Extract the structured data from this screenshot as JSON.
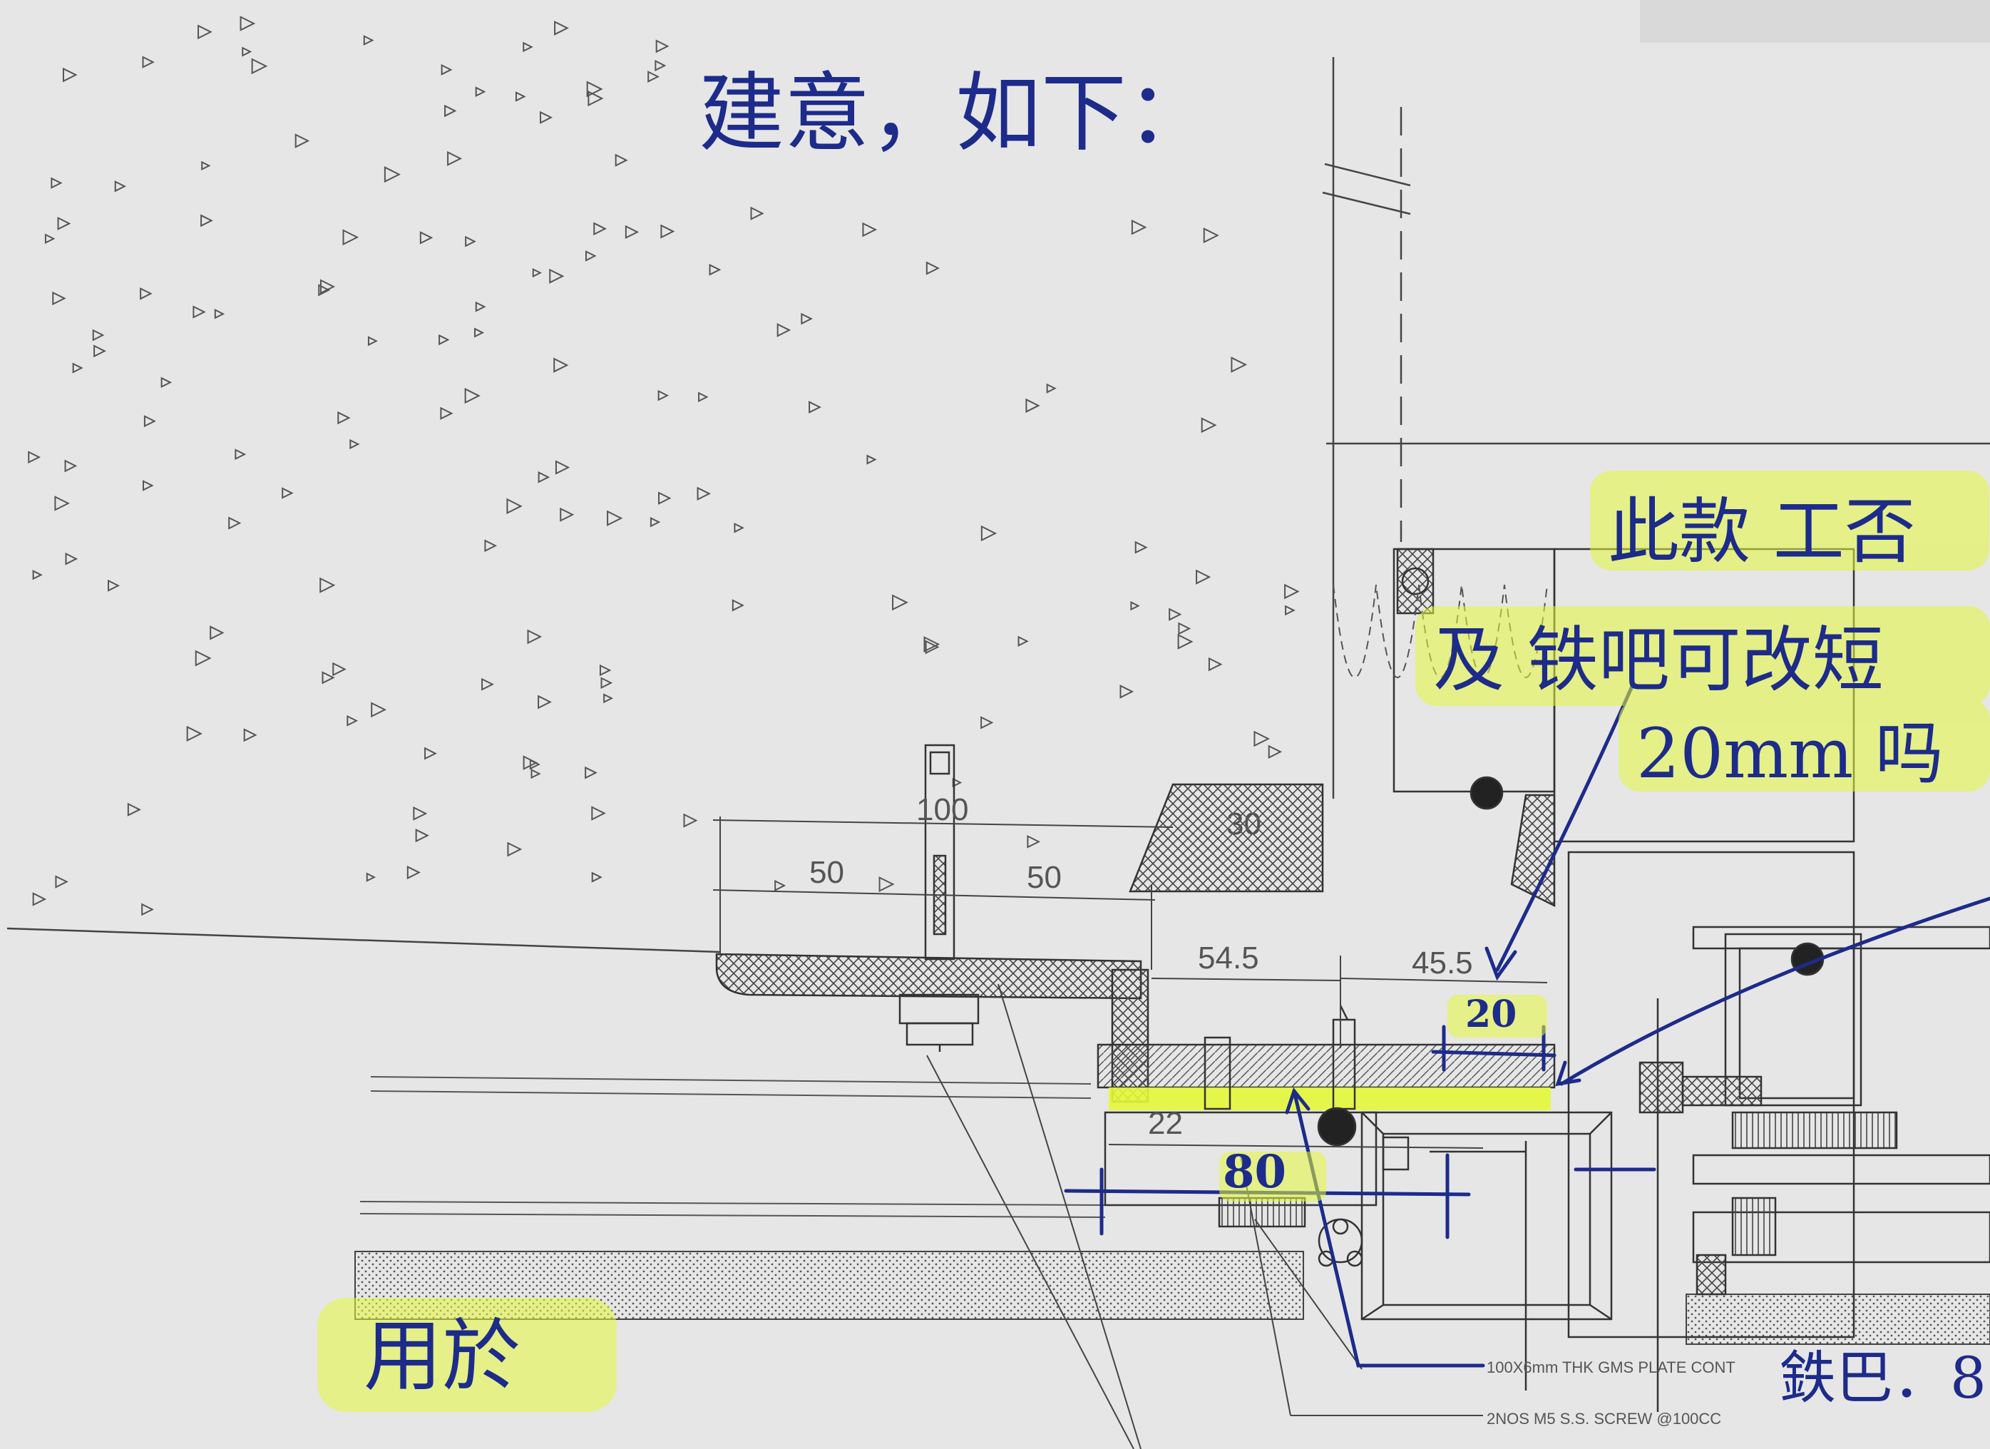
{
  "handwritten_notes": {
    "top": "建意，如下：",
    "right_line1": "此款 工否",
    "right_line2": "及 铁吧可改短",
    "right_line3": "20mm 吗",
    "bottom_left": "用於",
    "bottom_right": "鉄巴．8",
    "dim_20": "20",
    "dim_80": "80"
  },
  "dimensions": {
    "d100": "100",
    "d50_left": "50",
    "d50_right": "50",
    "d30": "30",
    "d54_5": "54.5",
    "d45_5": "45.5",
    "d22": "22"
  },
  "callouts": {
    "plate": "100X6mm THK GMS PLATE CONT",
    "screw": "2NOS M5 S.S. SCREW @100CC"
  },
  "colors": {
    "highlight": "#e4f73a",
    "ink": "#1d2b8a",
    "line": "#3a3a3a",
    "paper": "#e6e6e6"
  }
}
